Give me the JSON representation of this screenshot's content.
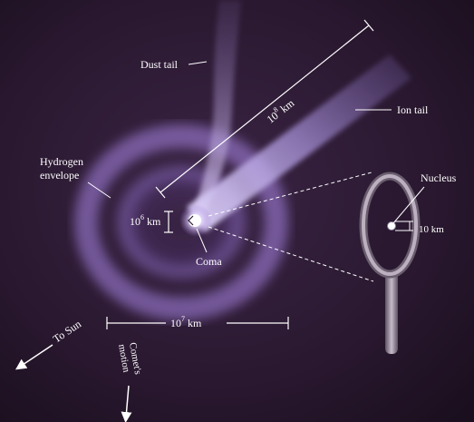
{
  "diagram": {
    "labels": {
      "dust_tail": "Dust tail",
      "ion_tail": "Ion tail",
      "hydrogen_line1": "Hydrogen",
      "hydrogen_line2": "envelope",
      "nucleus": "Nucleus",
      "coma": "Coma",
      "to_sun": "To Sun",
      "comets_line1": "Comet's",
      "comets_line2": "motion",
      "nucleus_size": "10 km"
    },
    "scales": {
      "tail_length": {
        "base": "10",
        "exp": "8",
        "unit": "km"
      },
      "coma_size": {
        "base": "10",
        "exp": "6",
        "unit": "km"
      },
      "envelope_size": {
        "base": "10",
        "exp": "7",
        "unit": "km"
      }
    },
    "colors": {
      "background": "#2a1830",
      "glow": "#b58ae8",
      "ion_tail": "#c9b3f0",
      "ink": "#ffffff",
      "magnifier_rim": "#9a8e9e"
    }
  }
}
